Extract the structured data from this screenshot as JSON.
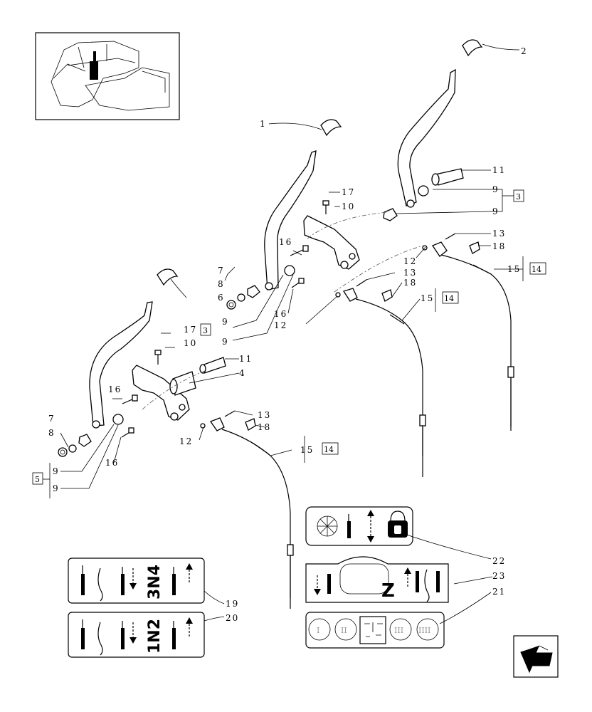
{
  "callouts": {
    "c1": "1",
    "c2": "2",
    "c3a": "3",
    "c3b": "3",
    "c4": "4",
    "c5": "5",
    "c6": "6",
    "c7a": "7",
    "c7b": "7",
    "c8a": "8",
    "c8b": "8",
    "c9a": "9",
    "c9b": "9",
    "c9c": "9",
    "c9d": "9",
    "c9e": "9",
    "c9f": "9",
    "c10a": "10",
    "c10b": "10",
    "c11a": "11",
    "c11b": "11",
    "c12a": "12",
    "c12b": "12",
    "c12c": "12",
    "c13a": "13",
    "c13b": "13",
    "c13c": "13",
    "c14a": "14",
    "c14b": "14",
    "c14c": "14",
    "c15a": "15",
    "c15b": "15",
    "c15c": "15",
    "c16a": "16",
    "c16b": "16",
    "c16c": "16",
    "c16d": "16",
    "c17a": "17",
    "c17b": "17",
    "c18a": "18",
    "c18b": "18",
    "c18c": "18",
    "c19": "19",
    "c20": "20",
    "c21": "21",
    "c22": "22",
    "c23": "23"
  },
  "decals": {
    "d19_gear": "3N4",
    "d20_gear": "1N2",
    "d23_letter": "Z",
    "d21_i": "I",
    "d21_ii": "II",
    "d21_iii": "III",
    "d21_iiii": "IIII"
  },
  "icons": [
    "tractor-thumbnail-icon",
    "nav-arrow-icon",
    "lock-icon",
    "pto-icon"
  ]
}
